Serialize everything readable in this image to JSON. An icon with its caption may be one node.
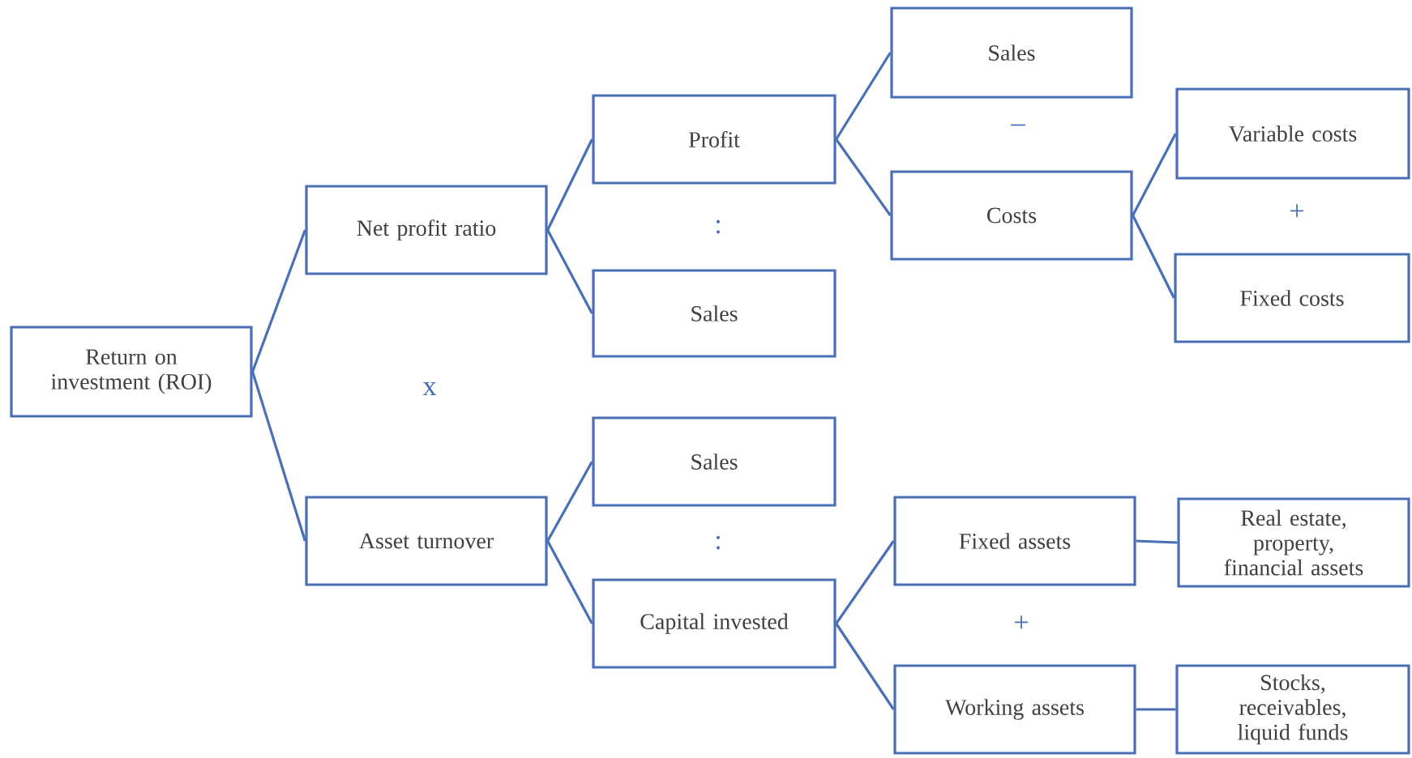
{
  "diagram": {
    "nodes": [
      {
        "text": [
          "Return on investment (ROI)"
        ]
      },
      {
        "text": [
          "Net profit ratio"
        ]
      },
      {
        "text": [
          "Asset turnover"
        ]
      },
      {
        "text": [
          "Profit"
        ]
      },
      {
        "text": [
          "Sales"
        ]
      },
      {
        "text": [
          "Sales"
        ]
      },
      {
        "text": [
          "Capital invested"
        ]
      },
      {
        "text": [
          "Sales"
        ]
      },
      {
        "text": [
          "Costs"
        ]
      },
      {
        "text": [
          "Variable costs"
        ]
      },
      {
        "text": [
          "Fixed costs"
        ]
      },
      {
        "text": [
          "Fixed assets"
        ]
      },
      {
        "text": [
          "Working assets"
        ]
      },
      {
        "text": [
          "Real estate, property, financial assets"
        ]
      },
      {
        "text": [
          "Stocks, receivables, liquid funds"
        ]
      }
    ],
    "edges": [
      {
        "from": 0,
        "to": 1,
        "arrow": "none"
      },
      {
        "from": 0,
        "to": 2,
        "arrow": "none"
      },
      {
        "from": 1,
        "to": 3,
        "arrow": "none"
      },
      {
        "from": 1,
        "to": 4,
        "arrow": "none"
      },
      {
        "from": 3,
        "to": 7,
        "arrow": "none"
      },
      {
        "from": 3,
        "to": 8,
        "arrow": "none"
      },
      {
        "from": 8,
        "to": 9,
        "arrow": "none"
      },
      {
        "from": 8,
        "to": 10,
        "arrow": "none"
      },
      {
        "from": 2,
        "to": 5,
        "arrow": "none"
      },
      {
        "from": 2,
        "to": 6,
        "arrow": "none"
      },
      {
        "from": 6,
        "to": 11,
        "arrow": "none"
      },
      {
        "from": 6,
        "to": 12,
        "arrow": "none"
      },
      {
        "from": 11,
        "to": 13,
        "arrow": "none"
      },
      {
        "from": 12,
        "to": 14,
        "arrow": "none"
      }
    ],
    "labels": [
      "–",
      "+",
      ":",
      "x",
      ":",
      "+"
    ]
  }
}
